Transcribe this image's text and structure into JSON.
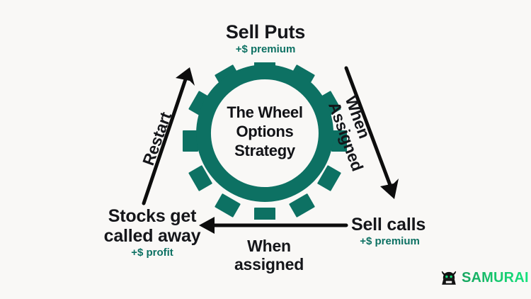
{
  "canvas": {
    "background_color": "#f9f8f6",
    "accent_teal": "#0d7163",
    "text_dark": "#15161a"
  },
  "center": {
    "line1": "The Wheel",
    "line2": "Options",
    "line3": "Strategy",
    "shape": "gear-icon",
    "teeth": 12,
    "color": "#0d7163"
  },
  "nodes": {
    "sell_puts": {
      "title": "Sell Puts",
      "subtitle": "+$ premium"
    },
    "sell_calls": {
      "title": "Sell calls",
      "subtitle": "+$ premium"
    },
    "stocks_called_away": {
      "title": "Stocks get called away",
      "subtitle": "+$ profit"
    }
  },
  "edges": {
    "puts_to_calls": {
      "label_line1": "When",
      "label_line2": "Assigned",
      "direction": "down-right"
    },
    "calls_to_stocks": {
      "label_line1": "When",
      "label_line2": "assigned",
      "direction": "left"
    },
    "stocks_to_puts": {
      "label": "Restart",
      "direction": "up-right"
    }
  },
  "logo": {
    "name": "SAMURAI",
    "mark": "samurai-helmet-icon",
    "color_start": "#17a45f",
    "color_end": "#15e37e"
  }
}
